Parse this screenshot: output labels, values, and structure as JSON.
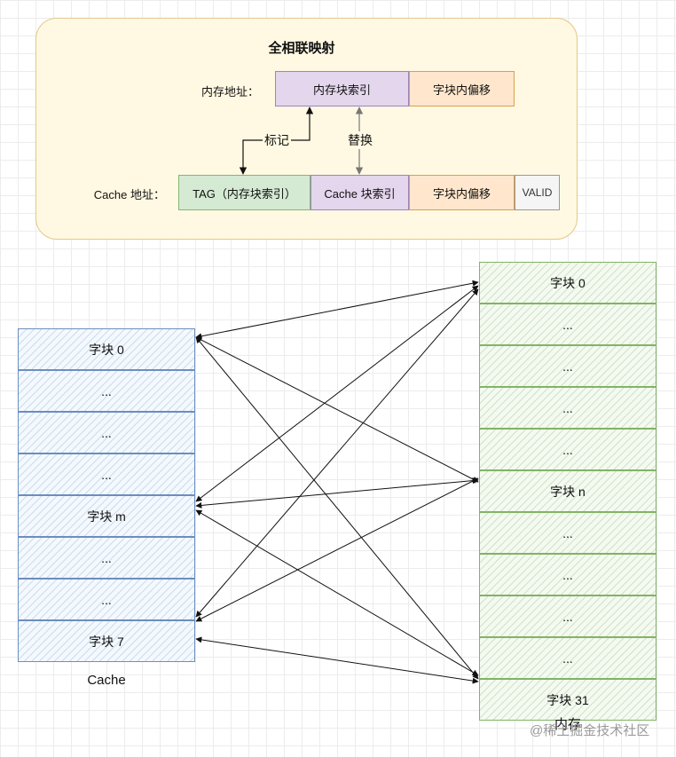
{
  "diagram": {
    "title": "全相联映射",
    "memory_address": {
      "label": "内存地址：",
      "fields": [
        "内存块索引",
        "字块内偏移"
      ]
    },
    "cache_address": {
      "label": "Cache 地址：",
      "fields": [
        "TAG（内存块索引）",
        "Cache 块索引",
        "字块内偏移",
        "VALID"
      ]
    },
    "edge_labels": {
      "tag": "标记",
      "replace": "替换"
    },
    "cache": {
      "caption": "Cache",
      "blocks": [
        "字块 0",
        "...",
        "...",
        "...",
        "字块 m",
        "...",
        "...",
        "字块 7"
      ]
    },
    "memory": {
      "caption": "内存",
      "blocks": [
        "字块 0",
        "...",
        "...",
        "...",
        "...",
        "字块 n",
        "...",
        "...",
        "...",
        "...",
        "字块 31"
      ]
    },
    "colors": {
      "panel_fill": "#fff9e3",
      "purple_field": "#e3d6ed",
      "orange_field": "#ffe6cc",
      "green_field": "#d5ead3",
      "cache_stroke": "#6c8ebf",
      "memory_stroke": "#82b366"
    }
  },
  "watermark": "@稀土掘金技术社区"
}
